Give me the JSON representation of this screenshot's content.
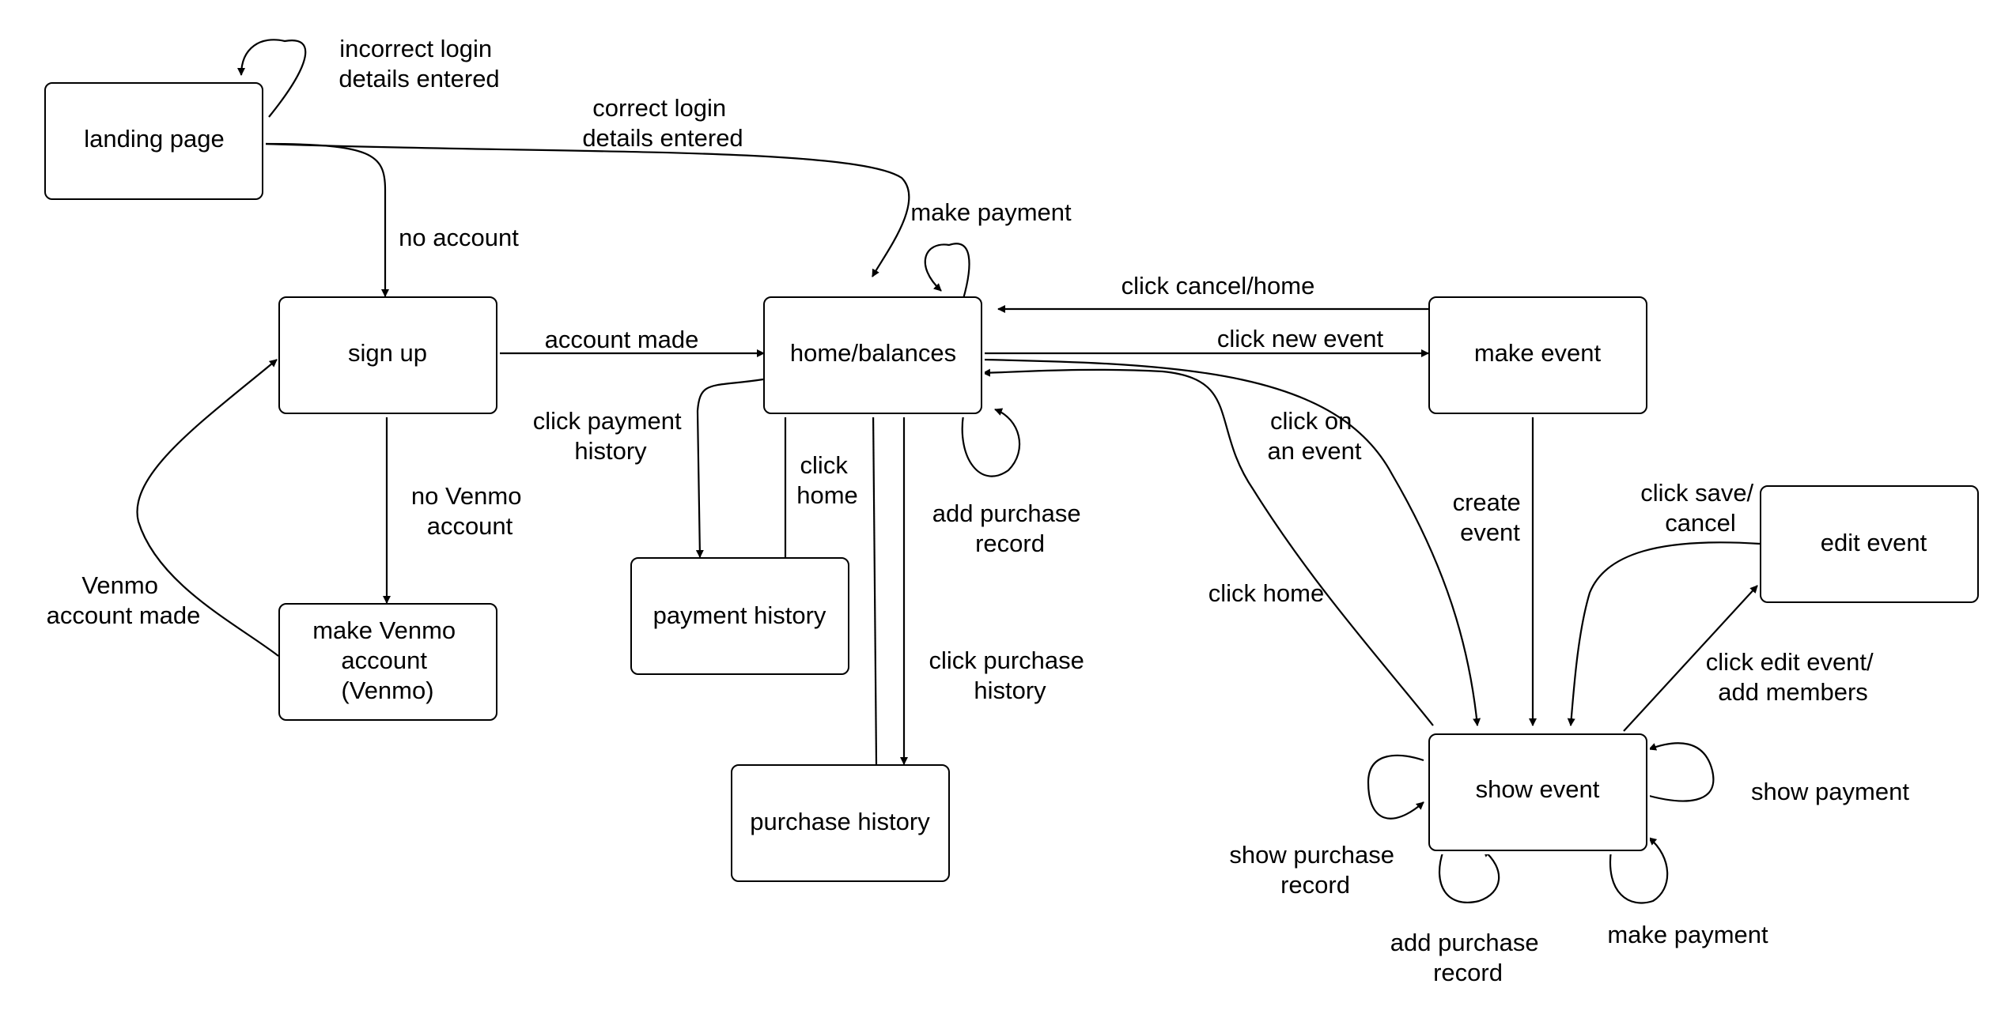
{
  "nodes": {
    "landing": [
      "landing page"
    ],
    "signup": [
      "sign up"
    ],
    "venmo": [
      "make Venmo",
      "account",
      "(Venmo)"
    ],
    "home": [
      "home/balances"
    ],
    "payhist": [
      "payment history"
    ],
    "purchhist": [
      "purchase history"
    ],
    "makeevent": [
      "make event"
    ],
    "editevent": [
      "edit event"
    ],
    "showevent": [
      "show event"
    ]
  },
  "edges": {
    "incorrect_login": [
      "incorrect login",
      "details entered"
    ],
    "correct_login": [
      "correct login",
      "details entered"
    ],
    "no_account": [
      "no account"
    ],
    "account_made": [
      "account made"
    ],
    "no_venmo": [
      "no Venmo",
      "account"
    ],
    "venmo_made": [
      "Venmo",
      "account made"
    ],
    "make_payment_home": [
      "make payment"
    ],
    "click_payment_history": [
      "click payment",
      "history"
    ],
    "click_home_payhist": [
      "click",
      "home"
    ],
    "add_purchase_home": [
      "add purchase",
      "record"
    ],
    "click_purchase_history": [
      "click purchase",
      "history"
    ],
    "click_cancel_home": [
      "click cancel/home"
    ],
    "click_new_event": [
      "click new event"
    ],
    "click_on_event": [
      "click on",
      "an event"
    ],
    "click_home_show": [
      "click home"
    ],
    "create_event": [
      "create",
      "event"
    ],
    "click_save_cancel": [
      "click save/",
      "cancel"
    ],
    "click_edit_event": [
      "click edit event/",
      "add members"
    ],
    "show_payment": [
      "show payment"
    ],
    "show_purchase_record": [
      "show purchase",
      "record"
    ],
    "add_purchase_show": [
      "add purchase",
      "record"
    ],
    "make_payment_show": [
      "make payment"
    ]
  }
}
